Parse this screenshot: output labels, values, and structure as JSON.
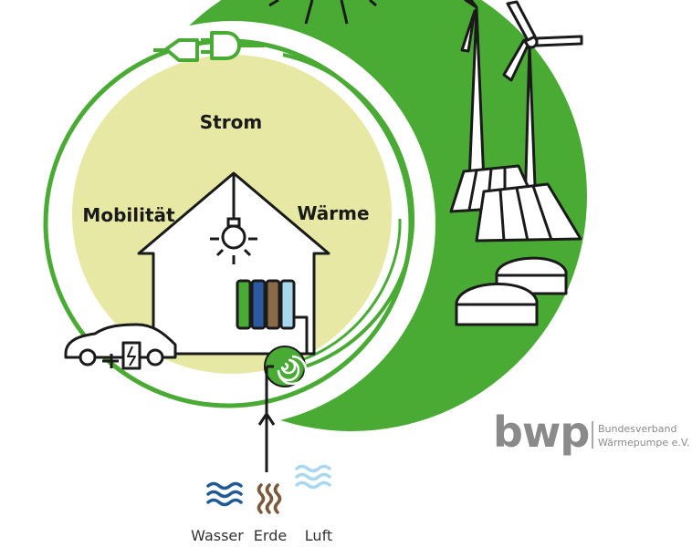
{
  "diagram": {
    "sectors": {
      "electricity": "Strom",
      "mobility": "Mobilität",
      "heat": "Wärme"
    },
    "sources": {
      "water": "Wasser",
      "earth": "Erde",
      "air": "Luft"
    }
  },
  "logo": {
    "short": "bwp",
    "line1": "Bundesverband",
    "line2": "Wärmepumpe e.V."
  },
  "colors": {
    "green": "#4aab34",
    "pale_yellow": "#e6e8a3",
    "water_blue": "#1f5a96",
    "earth_brown": "#7a5a3a",
    "air_light_blue": "#a8d8ee",
    "logo_gray": "#8a8a8a"
  },
  "icons": [
    "sun-icon",
    "wind-turbine-icon",
    "solar-panel-icon",
    "biogas-tank-icon",
    "plug-icon",
    "house-icon",
    "light-bulb-icon",
    "radiator-icon",
    "heat-pump-coil-icon",
    "electric-car-icon",
    "water-waves-icon",
    "earth-waves-icon",
    "air-waves-icon"
  ]
}
